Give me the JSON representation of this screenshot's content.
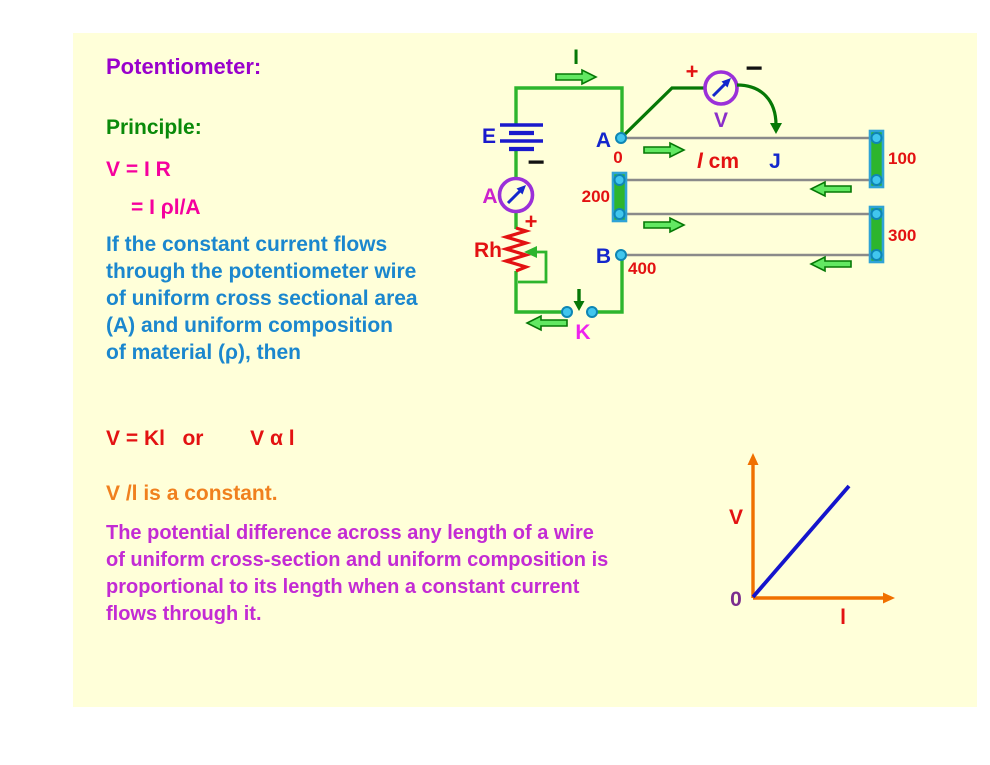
{
  "slide": {
    "title": "Potentiometer:",
    "principle_heading": "Principle:",
    "formula_line1": "V = I R",
    "formula_line2": "= I ρl/A",
    "condition_lines": [
      "If the constant current flows",
      "through the potentiometer wire",
      "of uniform cross sectional area",
      "(A) and uniform composition",
      "of material (ρ), then"
    ],
    "relation_line": "V = Kl   or        V α l",
    "constant_line": "V /l  is a constant.",
    "conclusion_lines": [
      "The potential difference across any length of a wire",
      "of uniform cross-section and uniform composition is",
      "proportional to its length when a constant current",
      "flows through it."
    ]
  },
  "circuit": {
    "current_label": "I",
    "battery_label": "E",
    "battery_minus": "−",
    "ammeter_label": "A",
    "ammeter_plus": "+",
    "rheostat_label": "Rh",
    "key_label": "K",
    "voltmeter_label": "V",
    "voltmeter_plus": "+",
    "voltmeter_minus": "−",
    "terminal_a": "A",
    "terminal_b": "B",
    "jockey_label": "J",
    "length_symbol": "l",
    "length_unit": " cm",
    "scale_0": "0",
    "scale_100": "100",
    "scale_200": "200",
    "scale_300": "300",
    "scale_400": "400"
  },
  "graph": {
    "y_axis_label": "V",
    "x_axis_label": "l",
    "origin_label": "0"
  },
  "colors": {
    "slide_background": "#FFFFD9",
    "title_purple": "#9901CC",
    "heading_green": "#0A8A0A",
    "formula_magenta": "#F5009E",
    "body_blue": "#1B87CE",
    "relation_red": "#E31212",
    "constant_orange": "#F0801E",
    "conclusion_purple": "#C32BD4",
    "wire_green": "#2DB52D",
    "dark_green": "#067806",
    "wire_gray": "#8A8A8A",
    "meter_purple": "#9B30D9",
    "label_blue": "#1427CC",
    "terminal_cyan": "#41C6EE",
    "graph_axis_orange": "#F07000",
    "graph_line_blue": "#1414CC"
  }
}
